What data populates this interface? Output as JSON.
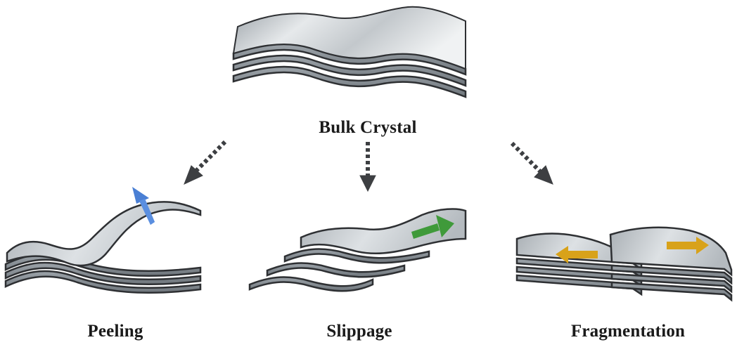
{
  "labels": {
    "bulk": "Bulk Crystal",
    "peeling": "Peeling",
    "slippage": "Slippage",
    "fragmentation": "Fragmentation"
  },
  "colors": {
    "sheet_light": "#dfe3e6",
    "sheet_mid": "#b9bfc4",
    "sheet_dark": "#8e959b",
    "edge": "#2e3033",
    "dashed_arrow": "#3d3f42",
    "peeling_arrow": "#4a7fd4",
    "slippage_arrow": "#3f9a3a",
    "fragmentation_arrow": "#d8a21a"
  },
  "icons": {
    "peeling": "arrow-up-right-icon",
    "slippage": "arrow-right-icon",
    "fragmentation": "arrow-left-right-icon"
  }
}
